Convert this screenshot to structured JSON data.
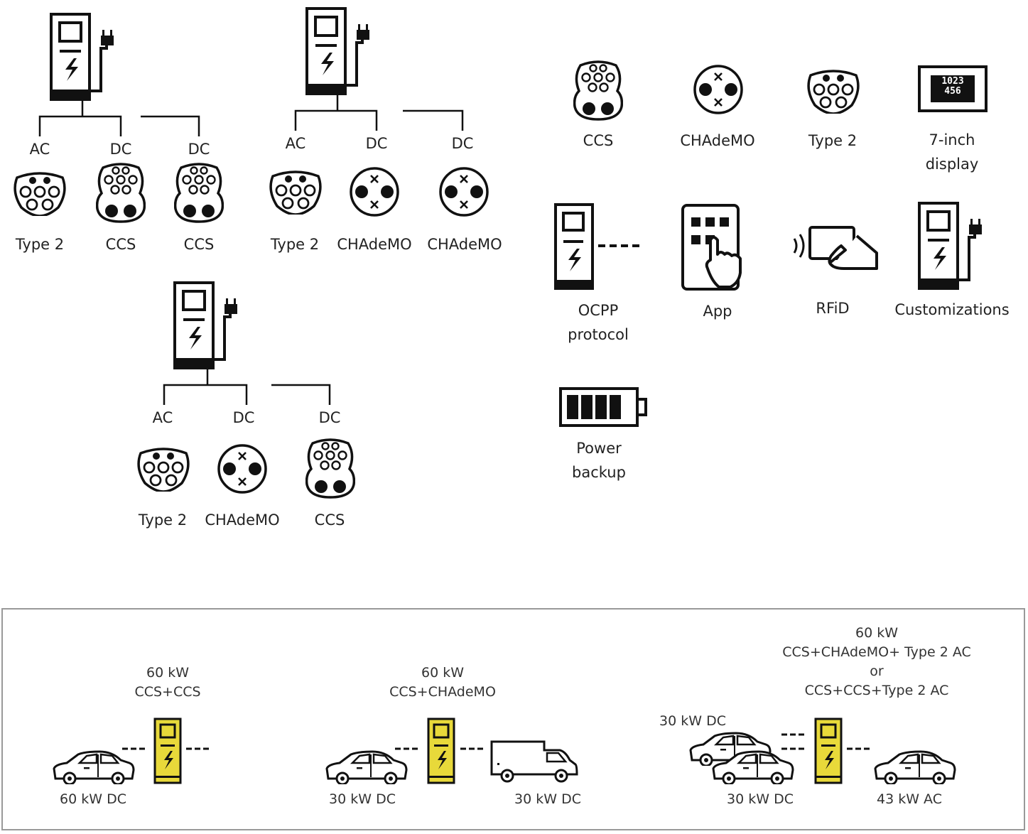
{
  "colors": {
    "ink": "#111111",
    "charger_accent": "#e8d93a",
    "frame": "#999999"
  },
  "configs": [
    {
      "ports": [
        {
          "current": "AC",
          "connector": "Type 2",
          "icon": "type2-connector-icon"
        },
        {
          "current": "DC",
          "connector": "CCS",
          "icon": "ccs-connector-icon"
        },
        {
          "current": "DC",
          "connector": "CCS",
          "icon": "ccs-connector-icon"
        }
      ]
    },
    {
      "ports": [
        {
          "current": "AC",
          "connector": "Type 2",
          "icon": "type2-connector-icon"
        },
        {
          "current": "DC",
          "connector": "CHAdeMO",
          "icon": "chademo-connector-icon"
        },
        {
          "current": "DC",
          "connector": "CHAdeMO",
          "icon": "chademo-connector-icon"
        }
      ]
    },
    {
      "ports": [
        {
          "current": "AC",
          "connector": "Type 2",
          "icon": "type2-connector-icon"
        },
        {
          "current": "DC",
          "connector": "CHAdeMO",
          "icon": "chademo-connector-icon"
        },
        {
          "current": "DC",
          "connector": "CCS",
          "icon": "ccs-connector-icon"
        }
      ]
    }
  ],
  "features": [
    {
      "label": "CCS",
      "icon": "ccs-connector-icon"
    },
    {
      "label": "CHAdeMO",
      "icon": "chademo-connector-icon"
    },
    {
      "label": "Type 2",
      "icon": "type2-connector-icon"
    },
    {
      "label_lines": [
        "7-inch",
        "display"
      ],
      "icon": "display-icon",
      "display_text": [
        "1023",
        "456"
      ]
    },
    {
      "label_lines": [
        "OCPP",
        "protocol"
      ],
      "icon": "ocpp-icon"
    },
    {
      "label": "App",
      "icon": "app-touch-icon"
    },
    {
      "label": "RFiD",
      "icon": "rfid-card-icon"
    },
    {
      "label": "Customizations",
      "icon": "charger-icon"
    },
    {
      "label_lines": [
        "Power",
        "backup"
      ],
      "icon": "battery-icon"
    }
  ],
  "scenarios": [
    {
      "title_lines": [
        "60 kW",
        "CCS+CCS"
      ],
      "vehicles": [
        "60 kW DC"
      ]
    },
    {
      "title_lines": [
        "60 kW",
        "CCS+CHAdeMO"
      ],
      "vehicles": [
        "30 kW DC",
        "30 kW DC"
      ]
    },
    {
      "title_lines": [
        "60 kW",
        "CCS+CHAdeMO+ Type 2 AC",
        "or",
        "CCS+CCS+Type 2 AC"
      ],
      "vehicles": [
        "30 kW DC",
        "30 kW DC",
        "43 kW AC"
      ]
    }
  ]
}
